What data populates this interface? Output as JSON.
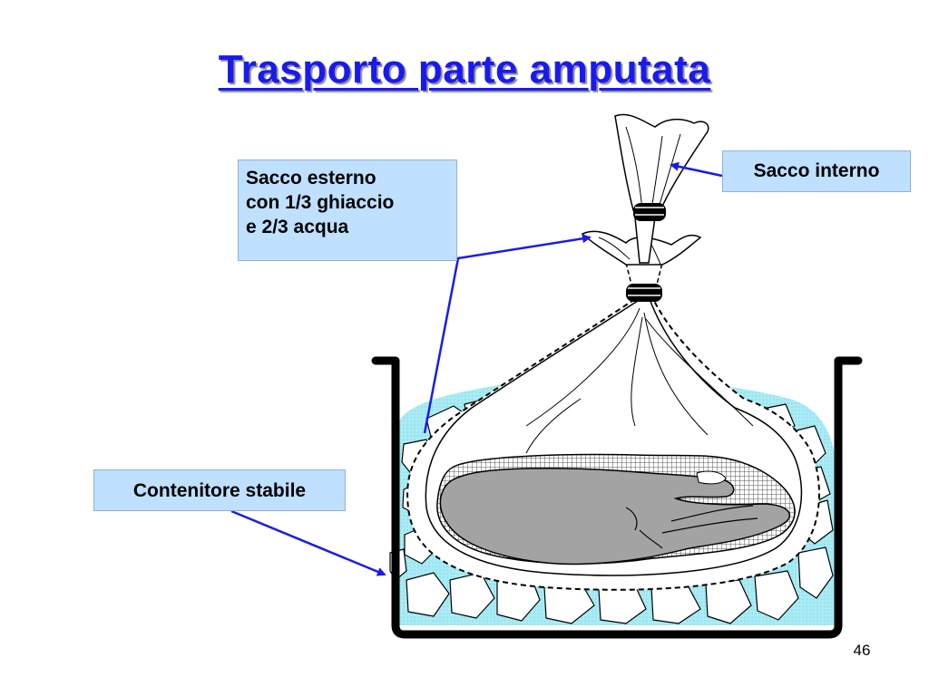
{
  "slide": {
    "title": "Trasporto  parte amputata",
    "page_number": "46"
  },
  "labels": {
    "outer_bag": {
      "line1": "Sacco esterno",
      "line2": "con 1/3 ghiaccio",
      "line3": "e 2/3 acqua"
    },
    "inner_bag": "Sacco interno",
    "container": "Contenitore stabile"
  },
  "colors": {
    "title": "#1a1aee",
    "label_background": "#bfe0ff",
    "arrow": "#1a1aee",
    "ice_water": "#a9ecf5",
    "amputated_part": "#a3a3a3",
    "container_wall": "#000000"
  }
}
